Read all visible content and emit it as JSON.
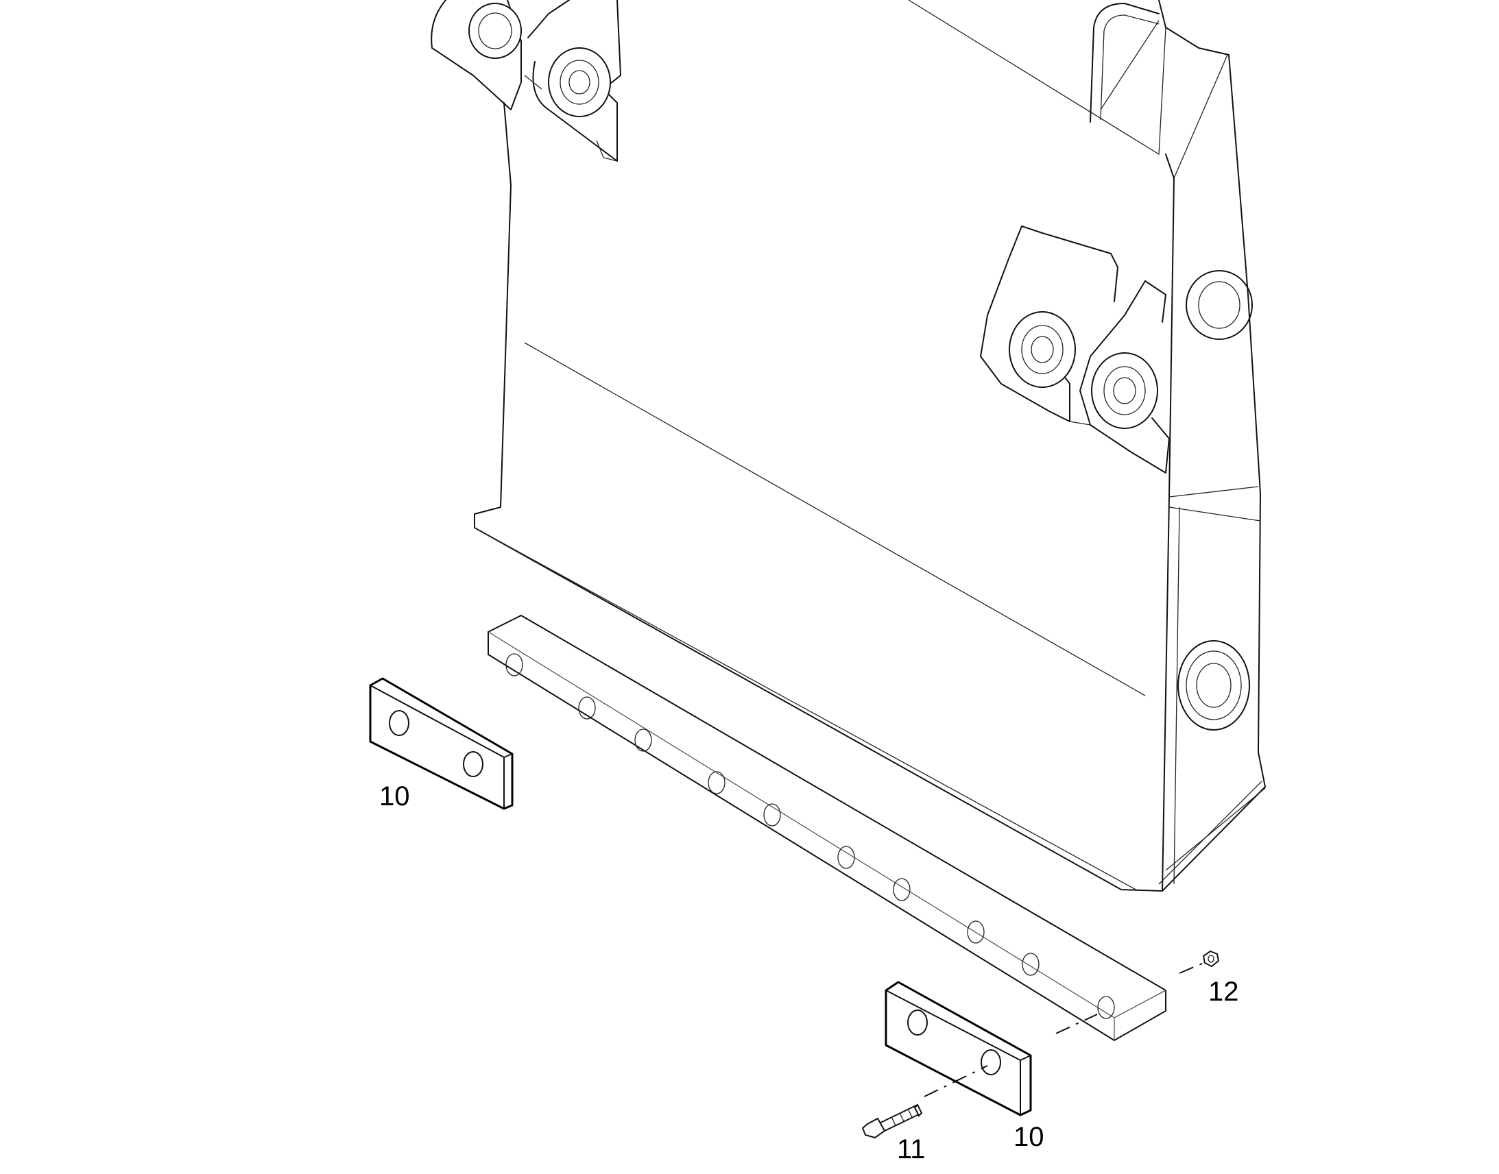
{
  "callouts": {
    "plate_left": "10",
    "plate_right": "10",
    "bolt": "11",
    "nut": "12"
  },
  "colors": {
    "line": "#111111",
    "background": "#ffffff"
  }
}
